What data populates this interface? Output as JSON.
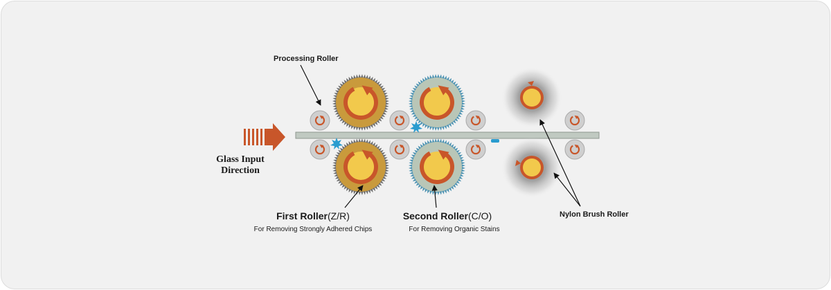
{
  "labels": {
    "processing_roller": "Processing Roller",
    "glass_input_line1": "Glass Input",
    "glass_input_line2": "Direction",
    "first_roller_title": "First Roller",
    "first_roller_code": "(Z/R)",
    "first_roller_desc": "For Removing Strongly Adhered Chips",
    "second_roller_title": "Second Roller",
    "second_roller_code": "(C/O)",
    "second_roller_desc": "For Removing Organic Stains",
    "nylon_brush_roller": "Nylon Brush Roller"
  },
  "colors": {
    "background": "#f1f1f1",
    "first_roller_fill": "#c99a3c",
    "first_roller_teeth": "#6e6e6e",
    "second_roller_fill": "#b9c6b7",
    "second_roller_teeth": "#4d93b2",
    "roller_core": "#f2c94c",
    "rotation_arrow": "#c8562a",
    "glass_plate": "#c0c9c1",
    "chip_blue": "#2a9ccf",
    "input_arrow": "#c8562a"
  },
  "icons": {
    "rotation": "circular-arrow-icon",
    "debris": "star-burst-icon",
    "input_arrow": "striped-right-arrow-icon"
  }
}
